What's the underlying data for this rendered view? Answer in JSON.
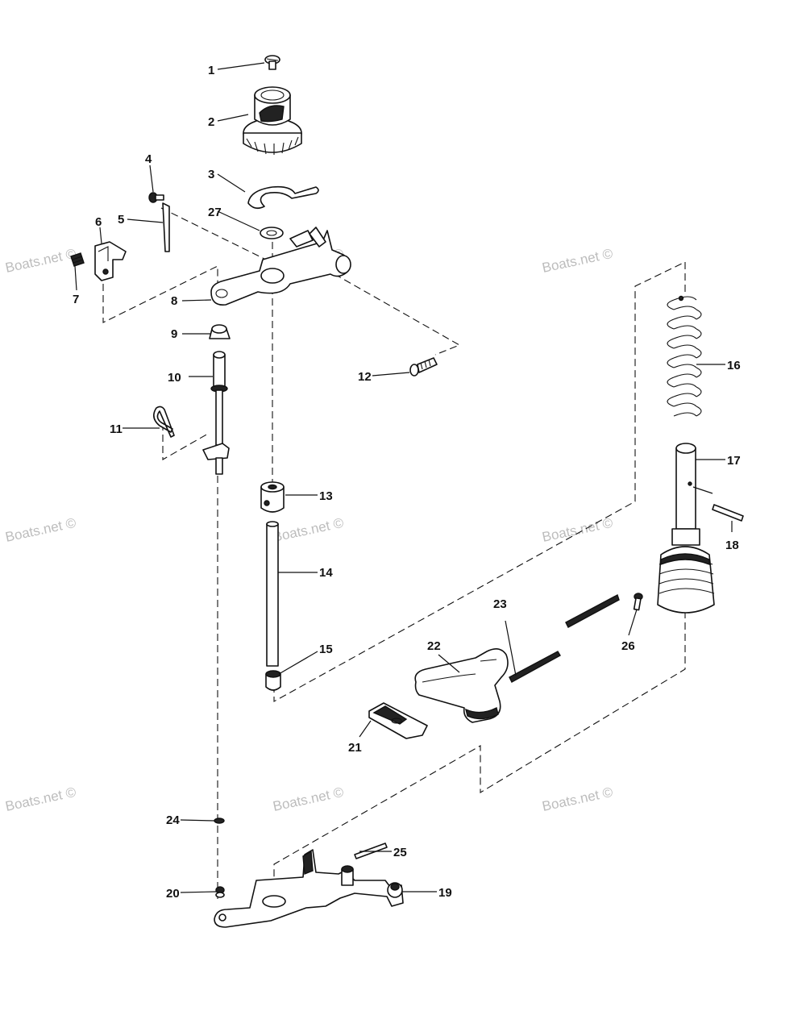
{
  "watermark": "Boats.net ©",
  "callouts": [
    {
      "id": "1",
      "label": "1"
    },
    {
      "id": "2",
      "label": "2"
    },
    {
      "id": "3",
      "label": "3"
    },
    {
      "id": "4",
      "label": "4"
    },
    {
      "id": "5",
      "label": "5"
    },
    {
      "id": "6",
      "label": "6"
    },
    {
      "id": "7",
      "label": "7"
    },
    {
      "id": "8",
      "label": "8"
    },
    {
      "id": "9",
      "label": "9"
    },
    {
      "id": "10",
      "label": "10"
    },
    {
      "id": "11",
      "label": "11"
    },
    {
      "id": "12",
      "label": "12"
    },
    {
      "id": "13",
      "label": "13"
    },
    {
      "id": "14",
      "label": "14"
    },
    {
      "id": "15",
      "label": "15"
    },
    {
      "id": "16",
      "label": "16"
    },
    {
      "id": "17",
      "label": "17"
    },
    {
      "id": "18",
      "label": "18"
    },
    {
      "id": "19",
      "label": "19"
    },
    {
      "id": "20",
      "label": "20"
    },
    {
      "id": "21",
      "label": "21"
    },
    {
      "id": "22",
      "label": "22"
    },
    {
      "id": "23",
      "label": "23"
    },
    {
      "id": "24",
      "label": "24"
    },
    {
      "id": "25",
      "label": "25"
    },
    {
      "id": "26",
      "label": "26"
    },
    {
      "id": "27",
      "label": "27"
    }
  ]
}
